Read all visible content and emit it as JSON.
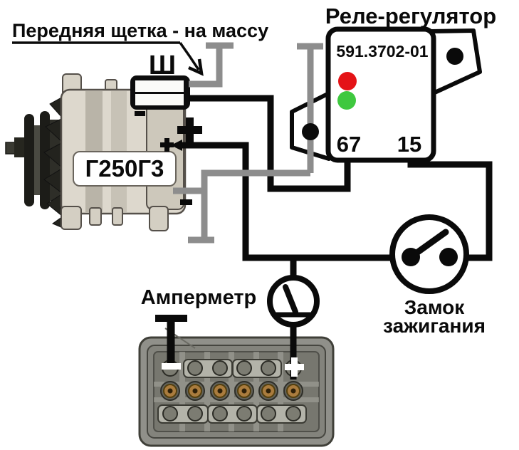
{
  "labels": {
    "brush_note": "Передняя щетка - на массу",
    "brush_terminal": "Ш",
    "relay_title": "Реле-регулятор",
    "relay_model": "591.3702-01",
    "relay_terminal_67": "67",
    "relay_terminal_15": "15",
    "alternator_model": "Г250Г3",
    "alternator_plus": "+",
    "alternator_minus": "-",
    "brush_block_minus": "-",
    "ammeter_label": "Амперметр",
    "ignition_label_line1": "Замок",
    "ignition_label_line2": "зажигания",
    "battery_plus": "+",
    "battery_minus": "-"
  },
  "colors": {
    "wire_black": "#0a0a0a",
    "wire_gray": "#8d8d8d",
    "led_red": "#e41317",
    "led_green": "#3fc83f",
    "battery_body": "#90908a",
    "battery_cap": "#aa7c3e"
  }
}
